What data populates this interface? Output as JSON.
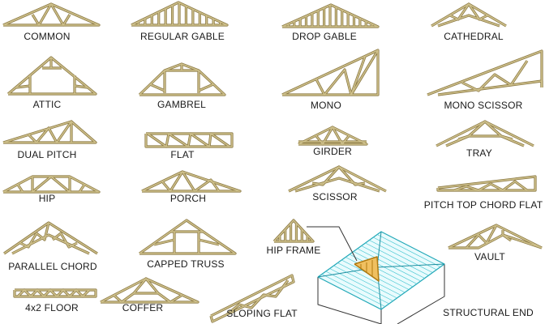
{
  "title": "Truss types",
  "colors": {
    "timber": "#cdbf8a",
    "timber_edge": "#8c7a45",
    "roof": "#3fc4d0",
    "highlight": "#e0a030"
  },
  "trusses": [
    {
      "label": "COMMON"
    },
    {
      "label": "REGULAR GABLE"
    },
    {
      "label": "DROP GABLE"
    },
    {
      "label": "CATHEDRAL"
    },
    {
      "label": "ATTIC"
    },
    {
      "label": "GAMBREL"
    },
    {
      "label": "MONO"
    },
    {
      "label": "MONO SCISSOR"
    },
    {
      "label": "DUAL PITCH"
    },
    {
      "label": "FLAT"
    },
    {
      "label": "GIRDER"
    },
    {
      "label": "TRAY"
    },
    {
      "label": "HIP"
    },
    {
      "label": "PORCH"
    },
    {
      "label": "SCISSOR"
    },
    {
      "label": "PITCH TOP CHORD FLAT"
    },
    {
      "label": "PARALLEL CHORD"
    },
    {
      "label": "CAPPED TRUSS"
    },
    {
      "label": "HIP FRAME"
    },
    {
      "label": "VAULT"
    },
    {
      "label": "4x2 FLOOR"
    },
    {
      "label": "COFFER"
    },
    {
      "label": "SLOPING FLAT"
    },
    {
      "label": "STRUCTURAL END"
    }
  ]
}
